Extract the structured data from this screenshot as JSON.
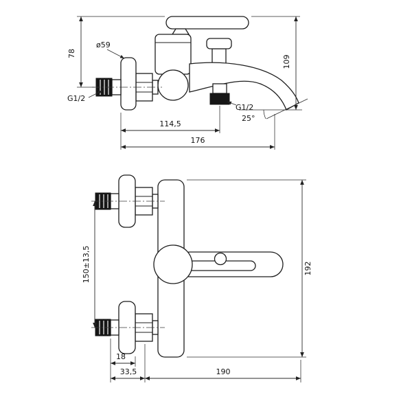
{
  "drawing": {
    "background": "#ffffff",
    "line_color": "#1c1c1c",
    "side_view": {
      "label": "side-view",
      "dims": {
        "handle_height": "78",
        "escutcheon_diameter": "ø59",
        "overall_height": "109",
        "inlet_thread": "G1/2",
        "shower_outlet_thread": "G1/2",
        "spout_angle": "25°",
        "spout_reach": "114,5",
        "overall_depth": "176"
      }
    },
    "front_view": {
      "label": "front-view",
      "dims": {
        "connection_spacing": "150±13,5",
        "overall_height": "192",
        "escutcheon_depth": "18",
        "nut_depth": "33,5",
        "overall_width": "190"
      }
    }
  }
}
